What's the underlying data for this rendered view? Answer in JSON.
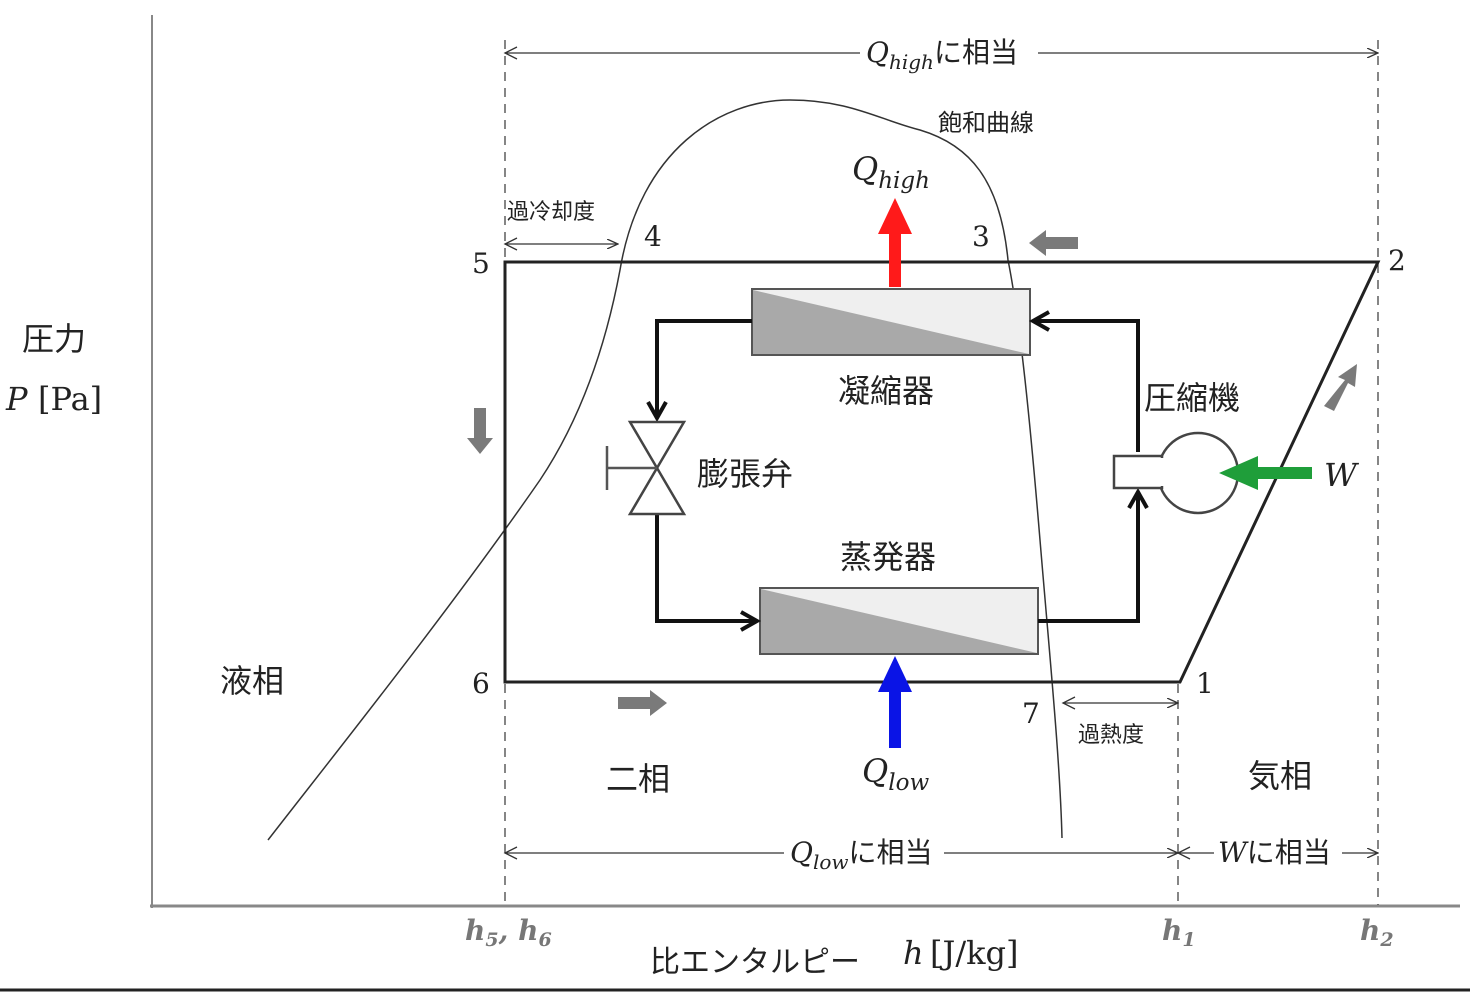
{
  "axes": {
    "y_label": "圧力",
    "y_symbol": "P",
    "y_unit": "[Pa]",
    "x_label": "比エンタルピー",
    "x_symbol": "h",
    "x_unit": "[J/kg]",
    "x_ticks": {
      "h5h6_main1": "h",
      "h5h6_sub1": "5",
      "h5h6_sep": ", ",
      "h5h6_main2": "h",
      "h5h6_sub2": "6",
      "h1_main": "h",
      "h1_sub": "1",
      "h2_main": "h",
      "h2_sub": "2"
    }
  },
  "top_span": {
    "q": "Q",
    "sub": "high",
    "suffix": "に相当"
  },
  "bottom_spans": {
    "qlow": {
      "q": "Q",
      "sub": "low",
      "suffix": "に相当"
    },
    "w": {
      "w": "W",
      "suffix": "に相当"
    }
  },
  "curve_label": "飽和曲線",
  "subcool_label": "過冷却度",
  "superheat_label": "過熱度",
  "points": {
    "p1": "1",
    "p2": "2",
    "p3": "3",
    "p4": "4",
    "p5": "5",
    "p6": "6",
    "p7": "7"
  },
  "regions": {
    "liquid": "液相",
    "two_phase": "二相",
    "vapor": "気相"
  },
  "components": {
    "condenser": "凝縮器",
    "evaporator": "蒸発器",
    "compressor": "圧縮機",
    "expansion_valve": "膨張弁"
  },
  "heat": {
    "q_high": {
      "q": "Q",
      "sub": "high"
    },
    "q_low": {
      "q": "Q",
      "sub": "low"
    },
    "work": "W"
  },
  "colors": {
    "q_high_arrow": "#ff1a1a",
    "q_low_arrow": "#0a14e6",
    "work_arrow": "#1f9e3a",
    "process_arrow": "#7a7a7a",
    "heat_exchanger": "#a9a9a9"
  }
}
